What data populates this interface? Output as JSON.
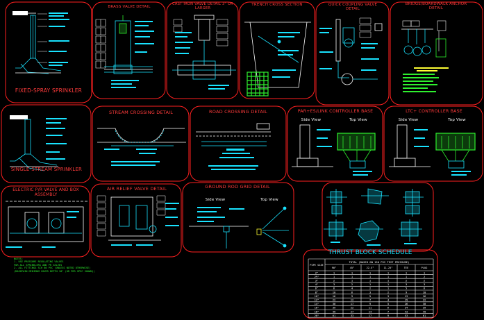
{
  "panels": [
    {
      "id": "fixed-spray",
      "title": "FIXED-SPRAY SPRINKLER"
    },
    {
      "id": "brass-valve",
      "title": "BRASS VALVE DETAIL"
    },
    {
      "id": "cast-iron-valve",
      "title": "CAST IRON VALVE DETAIL 3\" OR LARGER"
    },
    {
      "id": "trench",
      "title": "TRENCH CROSS SECTION"
    },
    {
      "id": "quick-coupling",
      "title": "QUICK COUPLING VALVE DETAIL"
    },
    {
      "id": "bridge-anchor",
      "title": "BRIDGE/BOARDWALK ANCHOR DETAIL"
    },
    {
      "id": "single-stream",
      "title": "SINGLE-STREAM SPRINKLER"
    },
    {
      "id": "stream-crossing",
      "title": "STREAM CROSSING DETAIL"
    },
    {
      "id": "road-crossing",
      "title": "ROAD CROSSING DETAIL"
    },
    {
      "id": "par-es-link",
      "title": "PAR+ES/LINK CONTROLLER BASE"
    },
    {
      "id": "ltc-controller",
      "title": "LTC+ CONTROLLER BASE"
    },
    {
      "id": "electric-pr",
      "title": "ELECTRIC P/R VALVE AND BOX ASSEMBLY"
    },
    {
      "id": "air-relief",
      "title": "AIR RELIEF VALVE DETAIL"
    },
    {
      "id": "ground-rod",
      "title": "GROUND ROD GRID DETAIL"
    }
  ],
  "view_labels": {
    "side_view": "Side View",
    "top_view": "Top View"
  },
  "notes": [
    "NOTES:",
    "1. USE PRESSURE REGULATING VALVES",
    "   FOR ALL SPRINKLERS AND PR VALVES",
    "2. ALL FITTINGS SCH 80 PVC (UNLESS NOTED OTHERWISE)",
    "   (MAINTAIN MINIMUM COVER DEPTH 18\" (OR PER SPEC SHOWN))"
  ],
  "thrust_block": {
    "title": "THRUST BLOCK SCHEDULE",
    "header_top": "TOTAL (BASED ON 150 PSI TEST PRESSURE)",
    "header_cols": [
      "PIPE SIZE",
      "90°",
      "45°",
      "22.5°",
      "11.25°",
      "TEE",
      "PLUG"
    ],
    "rows": [
      [
        "2\"",
        "1",
        "1",
        "1",
        "1",
        "1",
        "1"
      ],
      [
        "2½\"",
        "1",
        "1",
        "1",
        "1",
        "1",
        "2"
      ],
      [
        "3\"",
        "2",
        "1",
        "1",
        "1",
        "2",
        "2"
      ],
      [
        "4\"",
        "3",
        "2",
        "1",
        "1",
        "3",
        "3"
      ],
      [
        "6\"",
        "6",
        "4",
        "2",
        "1",
        "5",
        "6"
      ],
      [
        "8\"",
        "10",
        "6",
        "3",
        "2",
        "9",
        "10"
      ],
      [
        "10\"",
        "16",
        "9",
        "5",
        "3",
        "13",
        "16"
      ],
      [
        "12\"",
        "22",
        "12",
        "7",
        "4",
        "19",
        "22"
      ],
      [
        "14\"",
        "30",
        "17",
        "9",
        "5",
        "26",
        "30"
      ],
      [
        "16\"",
        "39",
        "22",
        "11",
        "6",
        "34",
        "39"
      ],
      [
        "18\"",
        "49",
        "27",
        "14",
        "7",
        "43",
        "49"
      ],
      [
        "20\"",
        "61",
        "33",
        "17",
        "9",
        "53",
        "61"
      ]
    ]
  },
  "colors": {
    "background": "#000000",
    "frame": "#ff2020",
    "title": "#ff3b3b",
    "detail": "#19e3ff",
    "accent_green": "#2ef02e",
    "white": "#ffffff",
    "yellow": "#ffff33"
  }
}
